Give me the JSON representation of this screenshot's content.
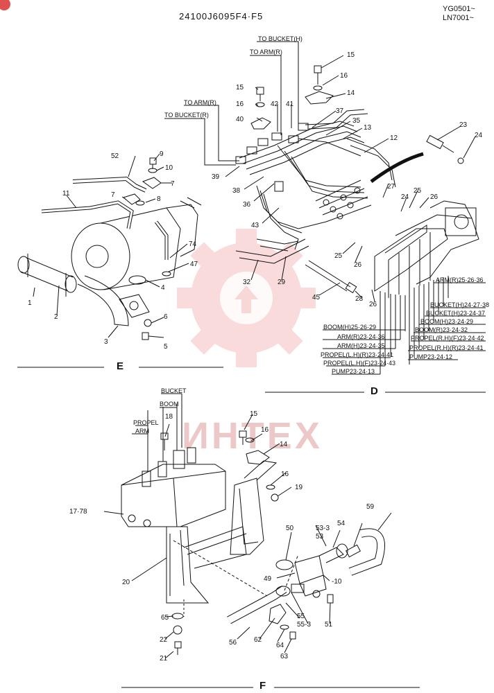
{
  "header": {
    "code": "24100J6095F4·F5",
    "serial_1": "YG0501~",
    "serial_2": "LN7001~"
  },
  "watermark": {
    "text": "ИНТЕХ",
    "color": "#f2b6b6"
  },
  "section_labels": {
    "e": "E",
    "d": "D",
    "f": "F"
  },
  "routing": {
    "to_bucket_h": "TO BUCKET(H)",
    "to_arm_r_top": "TO ARM(R)",
    "to_arm_r": "TO ARM(R)",
    "to_bucket_r": "TO BUCKET(R)"
  },
  "port_labels_left": [
    "BOOM(H)25·26·29",
    "ARM(R)23·24·36",
    "ARM(H)23·24·35",
    "PROPEL(L.H)(R)23·24·41",
    "PROPEL(L.H)(F)23·24·43",
    "PUMP23·24·13"
  ],
  "port_labels_right": [
    "ARM(R)25·26·36",
    "BUCKET(H)24·27·38",
    "BUCKET(H)23·24·37",
    "BOOM(H)23·24·29",
    "BOOM(R)23·24·32",
    "PROPEL(R.H)(F)23·24·42",
    "PROPEL(R.H)(R)23·24·41",
    "PUMP23·24·12"
  ],
  "valve_labels": {
    "bucket": "BUCKET",
    "boom": "BOOM",
    "propel": "PROPEL",
    "arm": "ARM"
  },
  "callouts_d": [
    "15",
    "16",
    "14",
    "15",
    "16",
    "42",
    "41",
    "40",
    "37",
    "35",
    "13",
    "12",
    "23",
    "24",
    "39",
    "38",
    "36",
    "27",
    "25",
    "24",
    "26",
    "43",
    "25",
    "26",
    "32",
    "29",
    "45",
    "28",
    "26"
  ],
  "callouts_e": [
    "52",
    "9",
    "10",
    "11",
    "7",
    "7",
    "8",
    "74",
    "47",
    "4",
    "1",
    "2",
    "6",
    "3",
    "5"
  ],
  "callouts_f": [
    "18",
    "15",
    "16",
    "14",
    "16",
    "19",
    "17·78",
    "50",
    "53-3",
    "53",
    "54",
    "59",
    "20",
    "49",
    "-10",
    "65",
    "55",
    "55-3",
    "51",
    "22",
    "62",
    "64",
    "56",
    "63",
    "21"
  ]
}
